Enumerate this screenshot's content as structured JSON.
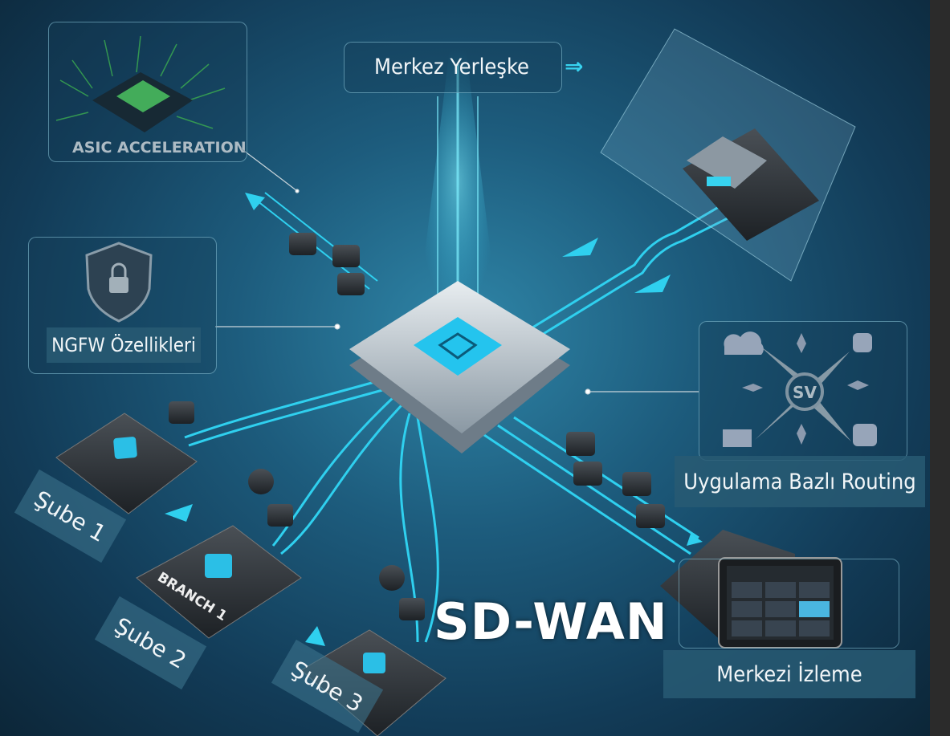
{
  "title": "SD-WAN",
  "labels": {
    "asic": "ASIC ACCELERATION",
    "campus": "Merkez Yerleşke",
    "ngfw": "NGFW Özellikleri",
    "routing": "Uygulama Bazlı Routing",
    "routing_hub": "SV",
    "monitoring": "Merkezi İzleme",
    "branch1_device": "BRANCH 1",
    "sube1": "Şube 1",
    "sube2": "Şube 2",
    "sube3": "Şube 3"
  },
  "colors": {
    "accent": "#37d3f0",
    "background": "#1d5c7d",
    "panel": "#285a73"
  }
}
